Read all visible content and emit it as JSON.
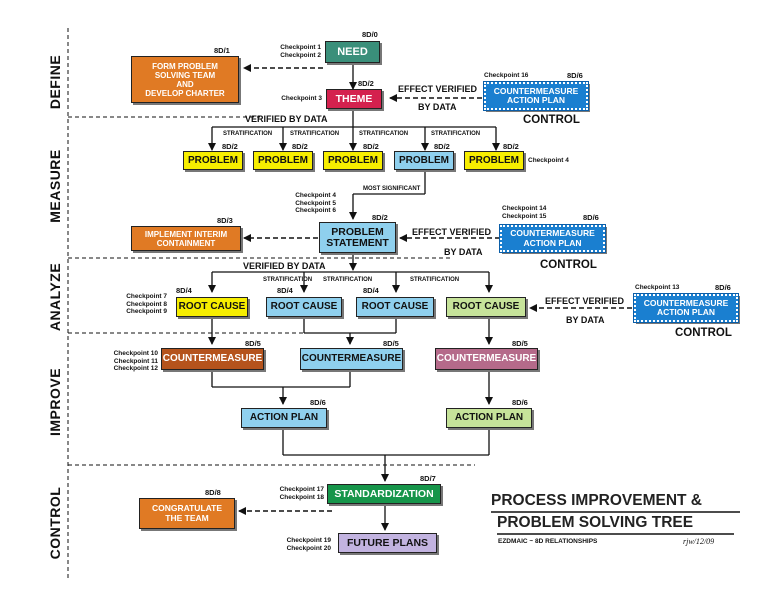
{
  "phases": {
    "define": "DEFINE",
    "measure": "MEASURE",
    "analyze": "ANALYZE",
    "improve": "IMPROVE",
    "control": "CONTROL"
  },
  "boxes": {
    "need": "NEED",
    "theme": "THEME",
    "form_team": "FORM PROBLEM\nSOLVING TEAM\nAND\nDEVELOP CHARTER",
    "cm_plan_1": "COUNTERMEASURE\nACTION PLAN",
    "problem": "PROBLEM",
    "problem_statement": "PROBLEM\nSTATEMENT",
    "interim": "IMPLEMENT INTERIM\nCONTAINMENT",
    "cm_plan_2": "COUNTERMEASURE\nACTION PLAN",
    "root_cause": "ROOT CAUSE",
    "cm_plan_3": "COUNTERMEASURE\nACTION PLAN",
    "countermeasure": "COUNTERMEASURE",
    "action_plan": "ACTION PLAN",
    "standardization": "STANDARDIZATION",
    "congratulate": "CONGRATULATE\nTHE TEAM",
    "future_plans": "FUTURE PLANS"
  },
  "codes": {
    "d0": "8D/0",
    "d1": "8D/1",
    "d2": "8D/2",
    "d3": "8D/3",
    "d4": "8D/4",
    "d5": "8D/5",
    "d6": "8D/6",
    "d7": "8D/7",
    "d8": "8D/8"
  },
  "checkpoints": {
    "cp_1_2": "Checkpoint 1\nCheckpoint 2",
    "cp_3": "Checkpoint 3",
    "cp_16": "Checkpoint 16",
    "cp_4": "Checkpoint 4",
    "cp_4_5_6": "Checkpoint 4\nCheckpoint 5\nCheckpoint 6",
    "cp_14_15": "Checkpoint 14\nCheckpoint 15",
    "cp_13": "Checkpoint 13",
    "cp_7_8_9": "Checkpoint 7\nCheckpoint 8\nCheckpoint 9",
    "cp_10_11_12": "Checkpoint 10\nCheckpoint 11\nCheckpoint 12",
    "cp_17_18": "Checkpoint 17\nCheckpoint 18",
    "cp_19_20": "Checkpoint 19\nCheckpoint 20"
  },
  "labels": {
    "effect_verified": "EFFECT VERIFIED",
    "by_data": "BY DATA",
    "control": "CONTROL",
    "verified_by_data": "VERIFIED BY DATA",
    "stratification": "STRATIFICATION",
    "most_significant": "MOST SIGNIFICANT"
  },
  "title": {
    "line1": "PROCESS IMPROVEMENT &",
    "line2": "PROBLEM SOLVING TREE",
    "subtitle": "EZDMAIC ~ 8D RELATIONSHIPS",
    "signature": "rjw/12/09"
  },
  "colors": {
    "need": "#3a8f7a",
    "theme": "#d4214e",
    "orange": "#e07a24",
    "blue_cm": "#1a7fd0",
    "yellow": "#f7ee00",
    "light_blue": "#8fd0ee",
    "light_green": "#c6e39a",
    "brown": "#b5531c",
    "mauve": "#b56a8a",
    "green": "#16954a",
    "lavender": "#c2b3e0"
  }
}
